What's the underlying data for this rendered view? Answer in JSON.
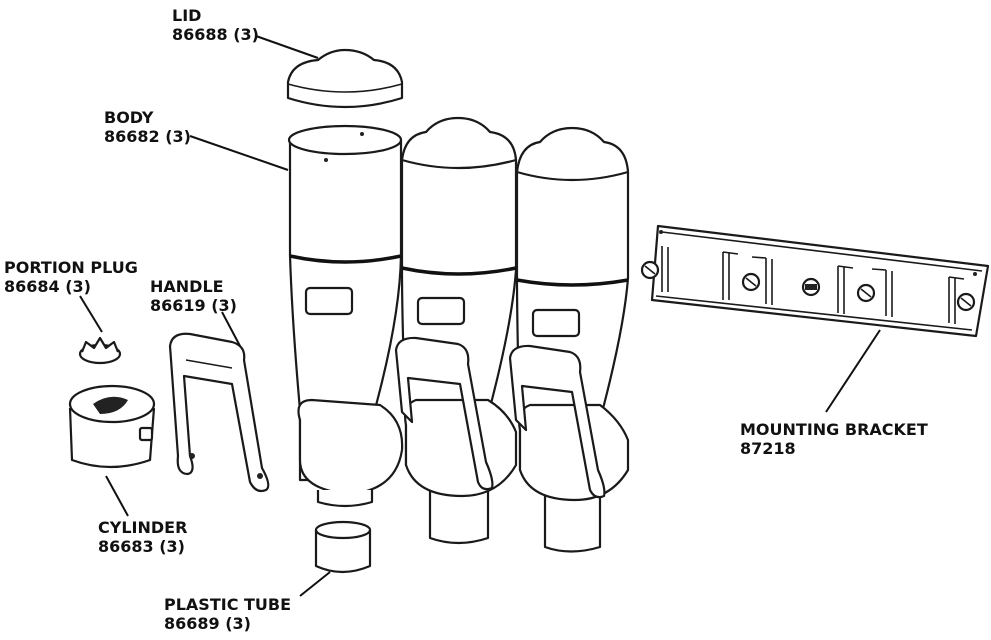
{
  "parts": {
    "lid": {
      "name": "LID",
      "part": "86688 (3)"
    },
    "body": {
      "name": "BODY",
      "part": "86682 (3)"
    },
    "portion_plug": {
      "name": "PORTION PLUG",
      "part": "86684 (3)"
    },
    "handle": {
      "name": "HANDLE",
      "part": "86619 (3)"
    },
    "cylinder": {
      "name": "CYLINDER",
      "part": "86683 (3)"
    },
    "plastic_tube": {
      "name": "PLASTIC TUBE",
      "part": "86689 (3)"
    },
    "mounting_bracket": {
      "name": "MOUNTING BRACKET",
      "part": "87218"
    }
  },
  "colors": {
    "line": "#1a1a1a",
    "background": "#ffffff"
  }
}
